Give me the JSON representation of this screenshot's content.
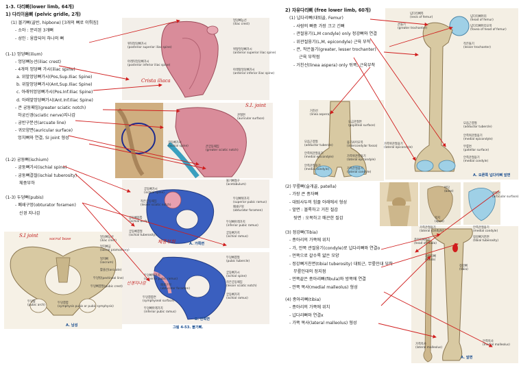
{
  "left_notes": {
    "heading": "1-3. 다리뼈(lower limb, 64개)",
    "subheading": "1) 다리이음뼈 (pelvic gridle, 2개)",
    "lines_top": [
      "(1) 볼기뼈(골반, hipbone) [3개의 뼈로 이뤄짐]",
      "- 소아 : 분리된 3개뼈",
      "- 성인 : 융합되어 하나의 뼈"
    ],
    "ilium_lines": [
      "(1-1) 엉덩뼈(ilium)",
      "- 엉덩뼈능선(iliac crest)",
      "- 4개의 엉덩뼈 가시(iliac spine)",
      "a. 위앞엉덩뼈가시(Pos,Sup.Iliac Spine)",
      "b. 위앞엉덩뼈가시(Ant,Sup.Iliac Spine)",
      "c. 아래뒤엉덩뼈가시(Pos.Inf.Iliac Spine)",
      "d. 아래앞엉덩뼈가시(Ant.Inf.Iliac Spine)",
      "- 큰 궁둥패임(greater sciatic notch)",
      "하궁신경(sciatic nerve)지나감",
      "- 궁반구분선(arcuate line)",
      "- 귀모양면(auricular surface)",
      "엉치뼈와 연결, SI joint 형성"
    ],
    "ischium_lines": [
      "(1-2) 궁둥뼈(ischium)",
      "- 궁둥뼈가시(ischial spine)",
      "- 궁둥뼈결절(ischial tuberosity)",
      "체중부하"
    ],
    "pubis_lines": [
      "(1-3) 두덩뼈(pubis)",
      "- 폐쇄구멍(obturator foramen)",
      "신경 지나감"
    ]
  },
  "right_notes": {
    "heading": "2) 자유다리뼈 (free lower limb, 60개)",
    "femur_lines": [
      "(1) 넙다리뼈(대퇴골, Femur)",
      "- 사람의 뼈중 가장 크고 긴뼈",
      "- 관절융기(L,M condyle) only 정강뼈와 연결",
      "- 위관절융기(L,M, epicondyle) 근육 부착",
      "- 큰, 작은돌기(greater, lesser trochanter)",
      "근육 부착점",
      "- 거친선(linea aspera) only 뒤쪽, 근육부착"
    ],
    "patella_lines": [
      "(2) 무릎뼈(슬개골, patella)",
      "- 가장 큰 종자뼈",
      "- 대퇴사두의 힘줄 아래에서 형성",
      "- 앞면 : 볼록하고 거친 질감",
      "뒷면 : 오목하고 매끈한 질감"
    ],
    "tibia_lines": [
      "(3) 정강뼈(Tibia)",
      "- 종아리의 가쪽에 위치",
      "- 가, 안쪽 관절융기(condyle)로 넙다리뼈와 연결o",
      "- 먼쪽으로 갈수록 얇은 모양",
      "- 정강뼈거친면(tibial tuberosity) 대퇴근, 무릎인대 부착",
      "무릎인대의 정지점",
      "- 먼쪽끝은 종아리뼈(fibula)와 방쪽에 연결",
      "- 안쪽 복사(medial malleolus) 형성"
    ],
    "fibula_lines": [
      "(4) 종아리뼈(tibia)",
      "- 종아리의 가쪽에 위치",
      "- 넙다리뼈와 연결x",
      "- 가쪽 복사(lateral malleolus) 형성"
    ]
  },
  "figure_labels": {
    "pelvis_top": [
      "엉덩뼈능선",
      "(iliac crest)",
      "위뒤엉덩뼈가시",
      "(posterior superior iliac spine)",
      "위앞엉덩뼈가시",
      "(anterior superior iliac spine)",
      "아래뒤엉덩뼈가시",
      "(posterior inferior iliac spine)",
      "아래앞엉덩뼈가시",
      "(anterior inferior iliac spine)",
      "궁둥뼈가시",
      "(ischial spine)",
      "관절면",
      "(auricular surface)",
      "큰궁둥패임",
      "(greater sciatic notch)"
    ],
    "pelvis_mid": [
      "볼기뼈절구",
      "(acetabulum)",
      "궁둥뼈가시",
      "(ischial spine)",
      "작은궁둥패임",
      "(lesser sciatic notch)",
      "궁둥뼈몸통",
      "(ischial body)",
      "궁둥뼈결절",
      "(ischial tuberosity)",
      "두덩뼈위가지",
      "(superior pubic ramus)",
      "폐쇄구멍",
      "(obturator foramen)",
      "두덩뼈아래가지",
      "(inferior pubic ramus)",
      "궁둥뼈가지",
      "(ischial ramus)"
    ],
    "pelvis_low": [
      "두덩뼈위가지",
      "(superior pubic ramus)",
      "폐쇄구멍",
      "(obturator foramen)",
      "두덩결합면",
      "(symphyseal surface)",
      "두덩뼈아래가지",
      "(inferior pubic ramus)",
      "궁둥뼈가시",
      "(ischial spine)",
      "작은궁둥패임",
      "(lesser sciatic notch)",
      "궁둥뼈가지",
      "(ischial ramus)",
      "두덩뼈결절",
      "(pubic tubercle)"
    ],
    "pelvis_front": [
      "엉덩뼈능선",
      "(iliac crest)",
      "엉치뼈곶",
      "(sacral promontory)",
      "엉치뼈",
      "(sacrum)",
      "활꼴선(arcuate)",
      "두덩빗(pectineal line)",
      "두덩뼈결절(pubic crest)",
      "두덩활",
      "(pubic arch)",
      "두덩결합",
      "(symphysis pubis or pubic symphysis)"
    ],
    "femur_back": [
      "거친선",
      "(linea aspera)",
      "오금관절면",
      "(popliteal surface)",
      "가쪽위관절융기",
      "(lateral epicondyle)",
      "가쪽관절융기",
      "(lateral condyle)",
      "안쪽위관절융기",
      "(medial epicondyle)",
      "안쪽관절융기",
      "(medial condyle)",
      "융기사이오목",
      "(intercondylar fossa)",
      "모음근결절",
      "(adductor tubercle)"
    ],
    "femur_front": [
      "넙다리뼈목",
      "(neck of femur)",
      "큰돌기",
      "(greater trochanter)",
      "넙다리뼈머리",
      "(head of femur)",
      "넙다리뼈머리오목",
      "(fovea of head of femur)",
      "작은돌기",
      "(lesser trochanter)",
      "모음근결절",
      "(adductor tubercle)",
      "안쪽위관절융기",
      "(medial epicondyle)",
      "가쪽위관절융기",
      "(lateral epicondyle)",
      "무릎면",
      "(patellar surface)",
      "안쪽관절융기",
      "(medial condyle)"
    ],
    "patella": [
      "바닥",
      "(base)",
      "꼭지",
      "(apex)",
      "관절면",
      "(articular surface)"
    ],
    "tibia": [
      "가쪽관절융기",
      "(lateral condyle)",
      "안쪽관절융기",
      "(medial condyle)",
      "정강뼈거친면",
      "(tibial tuberosity)",
      "종아리뼈머리",
      "(head of fibula)",
      "종아리뼈",
      "(fibula)",
      "정강뼈",
      "(tibia)",
      "가쪽복사",
      "(lateral malleolus)",
      "안쪽복사",
      "(medial malleolus)"
    ]
  },
  "captions": {
    "fig_a_pelvis": "A. 가쪽면",
    "fig_b_pelvis": "B. 안쪽면",
    "fig_num": "그림 4-53. 볼기뼈.",
    "fig_front_pelvis": "A. 남성",
    "fig_femur": "A. 오른쪽 넙다리뼈 앞면",
    "fig_tibia": "A. 앞면"
  },
  "handwriting": {
    "si_joint_1": "S.I. joint",
    "si_joint_2": "S.I joint",
    "sacral_base": "sacral base",
    "obturator_note": "신경지나감",
    "pelvis_note": "체중부하",
    "crest_note": "Crista iliaca"
  },
  "colors": {
    "accent": "#d01c1c",
    "pink_bone": "#d98c9a",
    "blue_bone": "#3a5fbf",
    "bone_tan": "#d8c9a2",
    "caption_blue": "#1a4d8f"
  }
}
